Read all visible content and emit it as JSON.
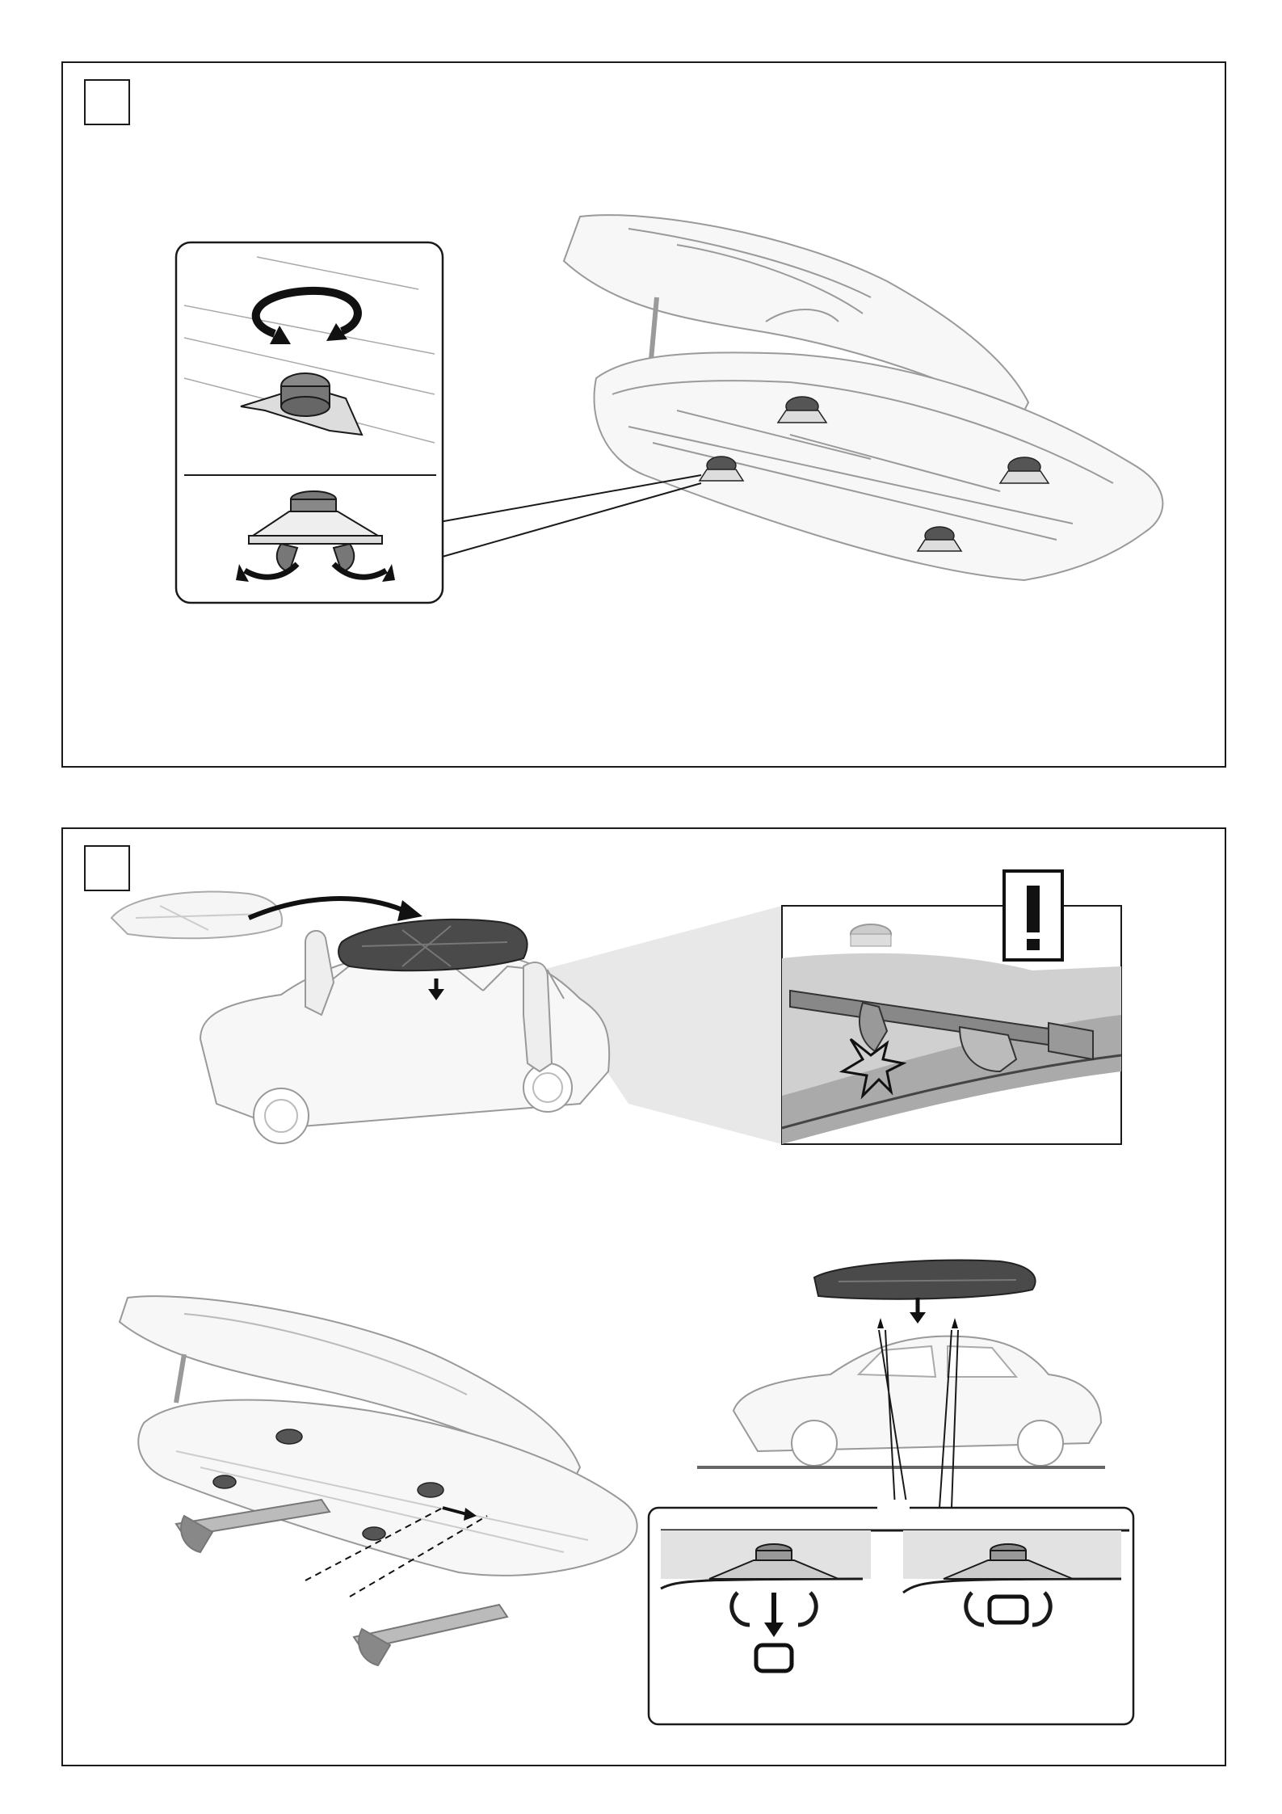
{
  "page": {
    "background": "#ffffff",
    "line_color": "#1a1a1a",
    "fill_light": "#f2f2f2",
    "fill_dark": "#4a4a4a"
  },
  "steps": [
    {
      "number": "",
      "illustrations": [
        "open-roof-box",
        "turn-knob-detail",
        "release-claws-detail"
      ]
    },
    {
      "number": "",
      "illustrations": [
        "lift-box-onto-car",
        "warning-clamp-detail",
        "align-box-on-crossbars",
        "lower-box-side-view",
        "clamp-engage-detail"
      ]
    }
  ],
  "icons": {
    "warning": "exclamation-icon",
    "rotate": "rotate-arrow-icon",
    "down": "down-arrow-icon"
  }
}
